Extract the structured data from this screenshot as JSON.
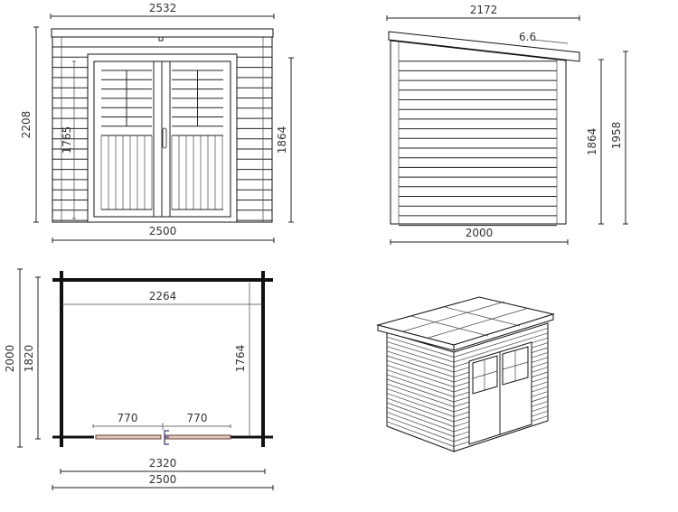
{
  "colors": {
    "line": "#111111",
    "hardware": "#5a5a8a",
    "background": "#ffffff"
  },
  "front_view": {
    "roof_width": "2532",
    "total_height": "2208",
    "door_height": "1765",
    "wall_height": "1864",
    "base_width": "2500"
  },
  "side_view": {
    "roof_depth": "2172",
    "roof_pitch": "6.6",
    "front_height": "1864",
    "back_height": "1958",
    "base_depth": "2000"
  },
  "floor_plan": {
    "inner_width": "2264",
    "outer_depth": "2000",
    "wall_depth": "1820",
    "inner_depth": "1764",
    "door_leaf_left": "770",
    "door_leaf_right": "770",
    "wall_width": "2320",
    "base_width": "2500"
  }
}
